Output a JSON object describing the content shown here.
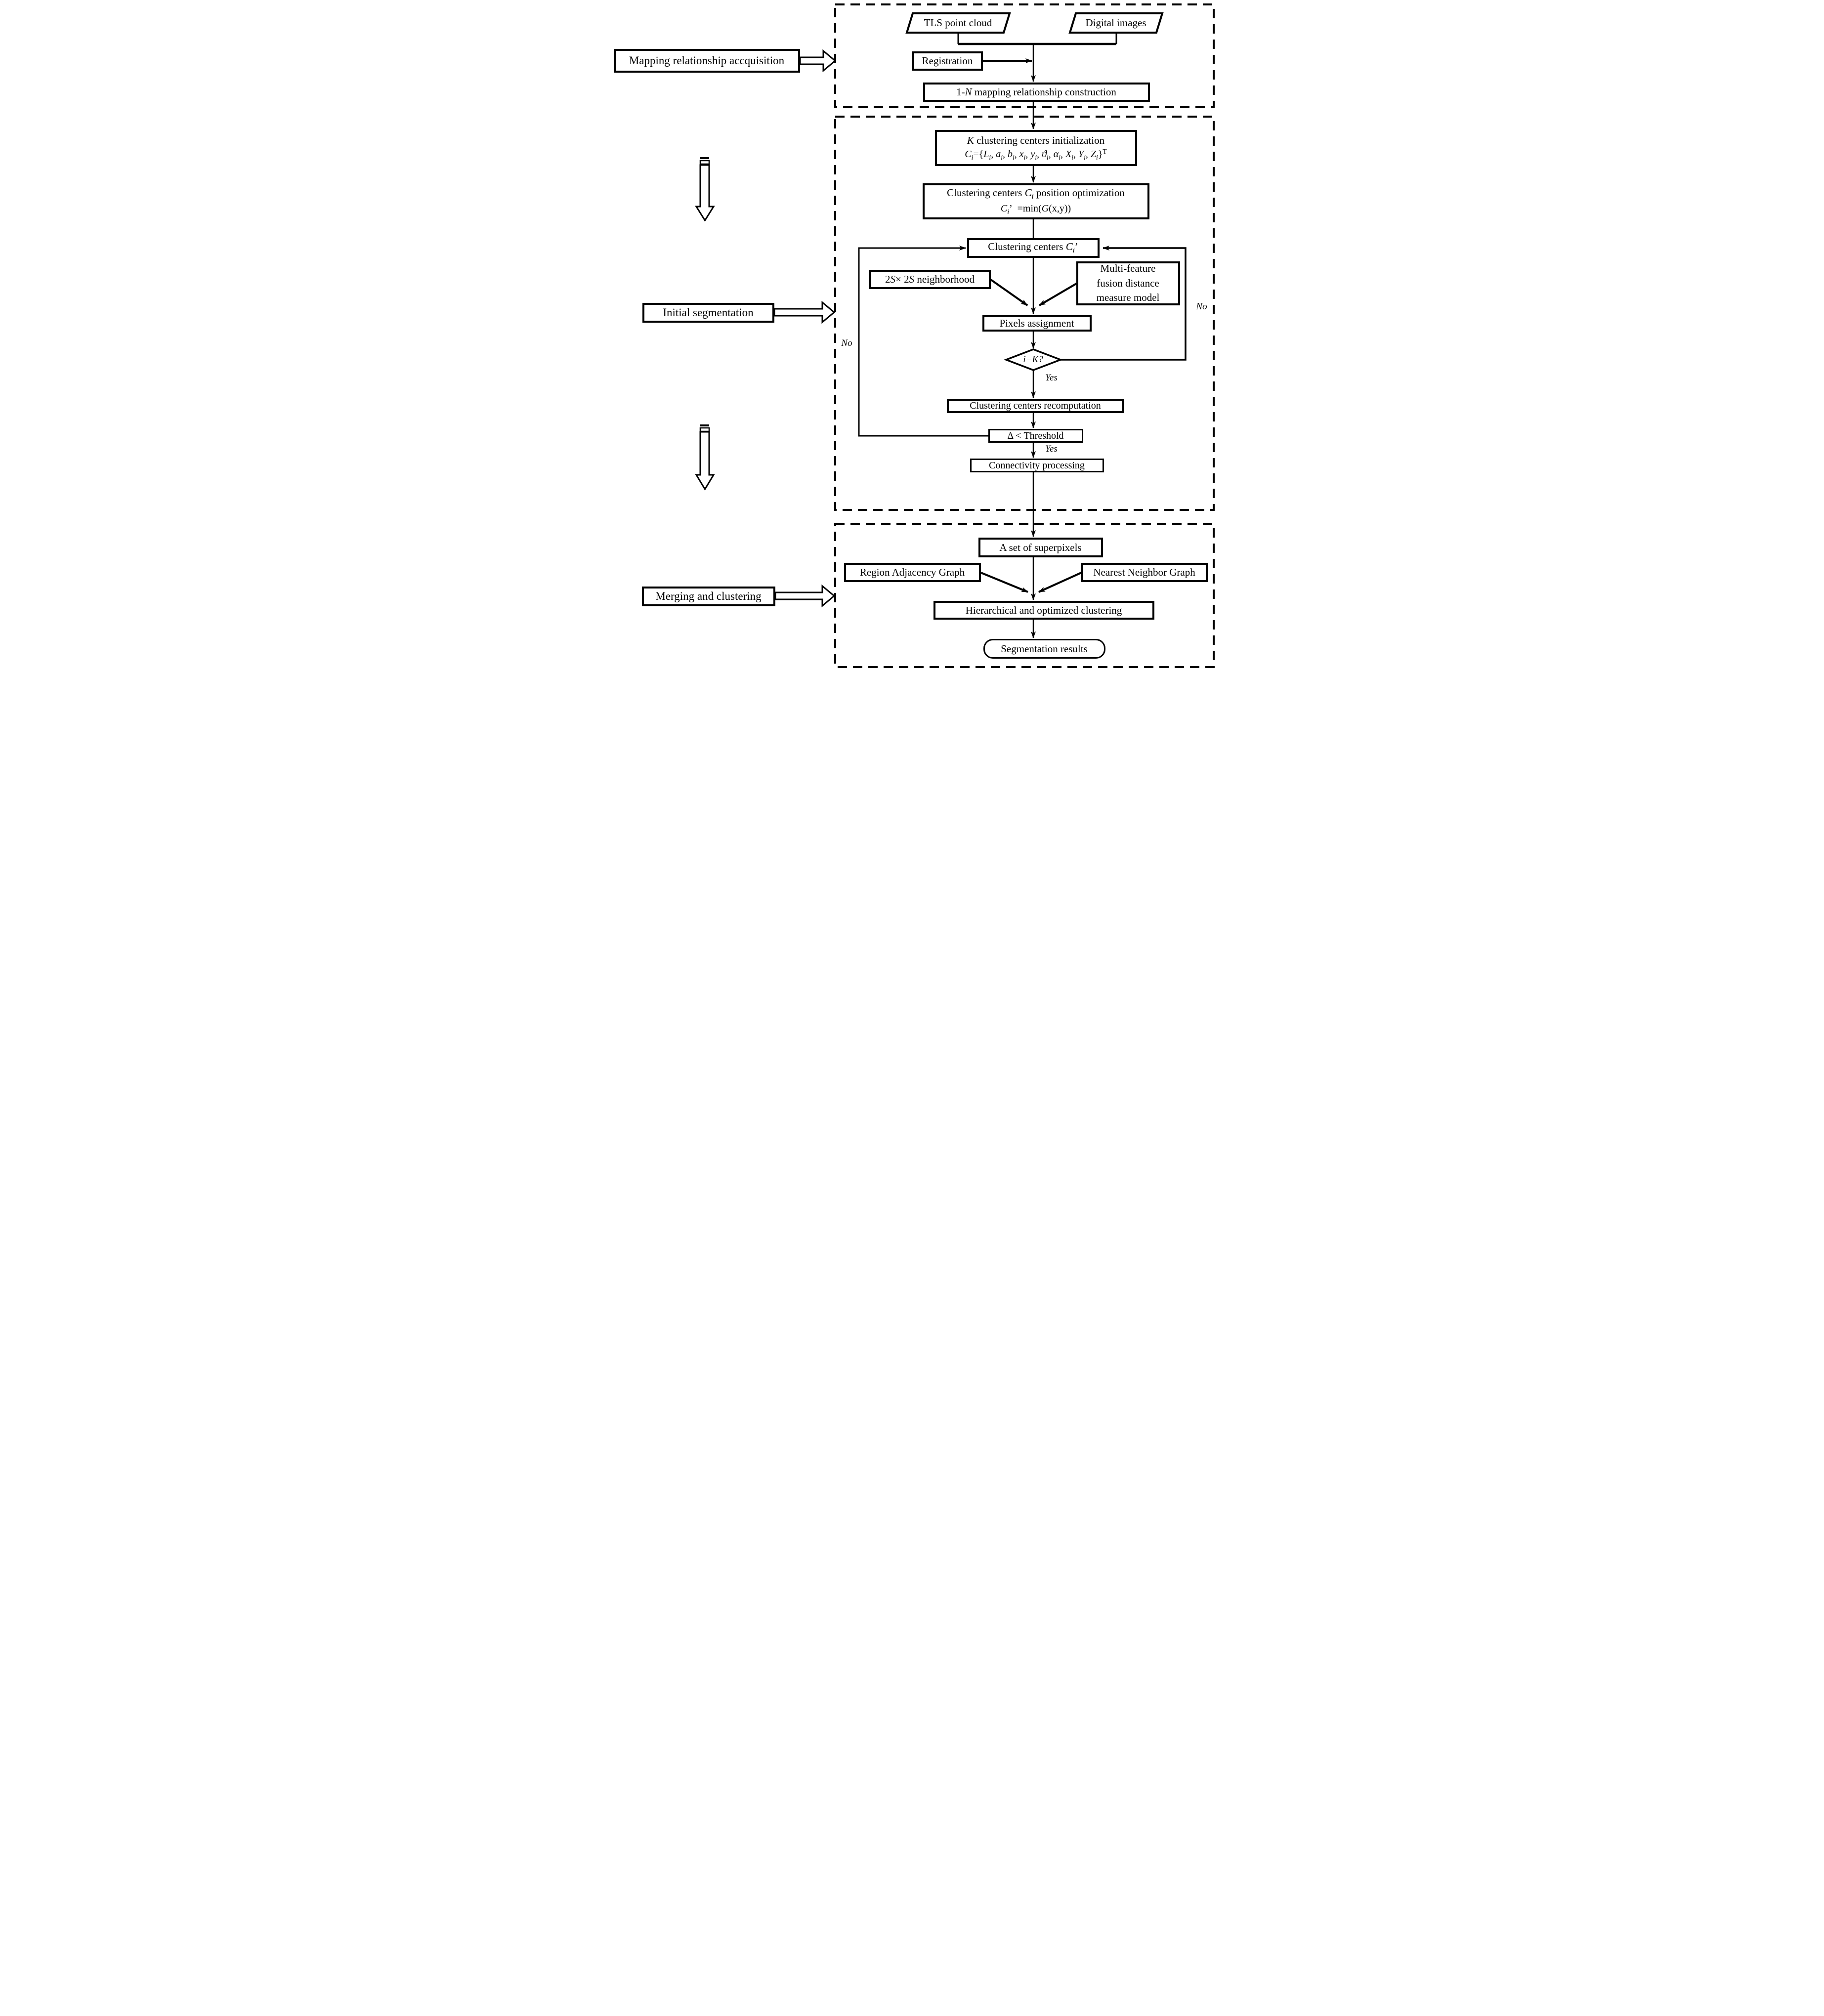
{
  "phases": [
    {
      "label": "Mapping relationship accquisition"
    },
    {
      "label": "Initial segmentation"
    },
    {
      "label": "Merging and clustering"
    }
  ],
  "nodes": {
    "tls": "TLS point cloud",
    "digital": "Digital images",
    "registration": "Registration",
    "mapping": "1-<i>N</i> mapping relationship construction",
    "kinit_line1": "<i>K</i> clustering centers initialization",
    "kinit_line2": "<i>C<sub>i</sub></i>={<i>L<sub>i</sub></i>, <i>a<sub>i</sub></i>, <i>b<sub>i</sub></i>, <i>x<sub>i</sub></i>, <i>y<sub>i</sub></i>, <i>&#977;<sub>i</sub></i>, <i>&#945;<sub>i</sub></i>, <i>X<sub>i</sub></i>, <i>Y<sub>i</sub></i>, <i>Z<sub>i</sub></i>}<sup>T</sup>",
    "opt_line1": "Clustering centers <i>C<sub>i</sub></i> position optimization",
    "opt_line2": "<i>C<sub>i</sub></i>&#8217;&nbsp; =min(<i>G</i>(x,y))",
    "centers": "Clustering centers <i>C<sub>i</sub></i>&#8217;",
    "neighborhood": "2<i>S</i>&#215; 2<i>S</i> neighborhood",
    "multifeature": "Multi-feature<br>fusion distance<br>measure model",
    "pixels": "Pixels assignment",
    "decision": "<i>i</i>=<i>K</i>?",
    "recomputation": "Clustering centers recomputation",
    "threshold": "Δ <  Threshold",
    "connectivity": "Connectivity processing",
    "superpixels": "A set of superpixels",
    "rag": "Region Adjacency Graph",
    "nng": "Nearest Neighbor Graph",
    "hierarchical": "Hierarchical and optimized clustering",
    "results": "Segmentation results"
  },
  "edge_labels": {
    "yes_after_decision": "Yes",
    "yes_after_threshold": "Yes",
    "no_left_loop": "No",
    "no_right_loop": "No"
  },
  "colors": {
    "stroke": "#000000",
    "background": "#ffffff"
  }
}
